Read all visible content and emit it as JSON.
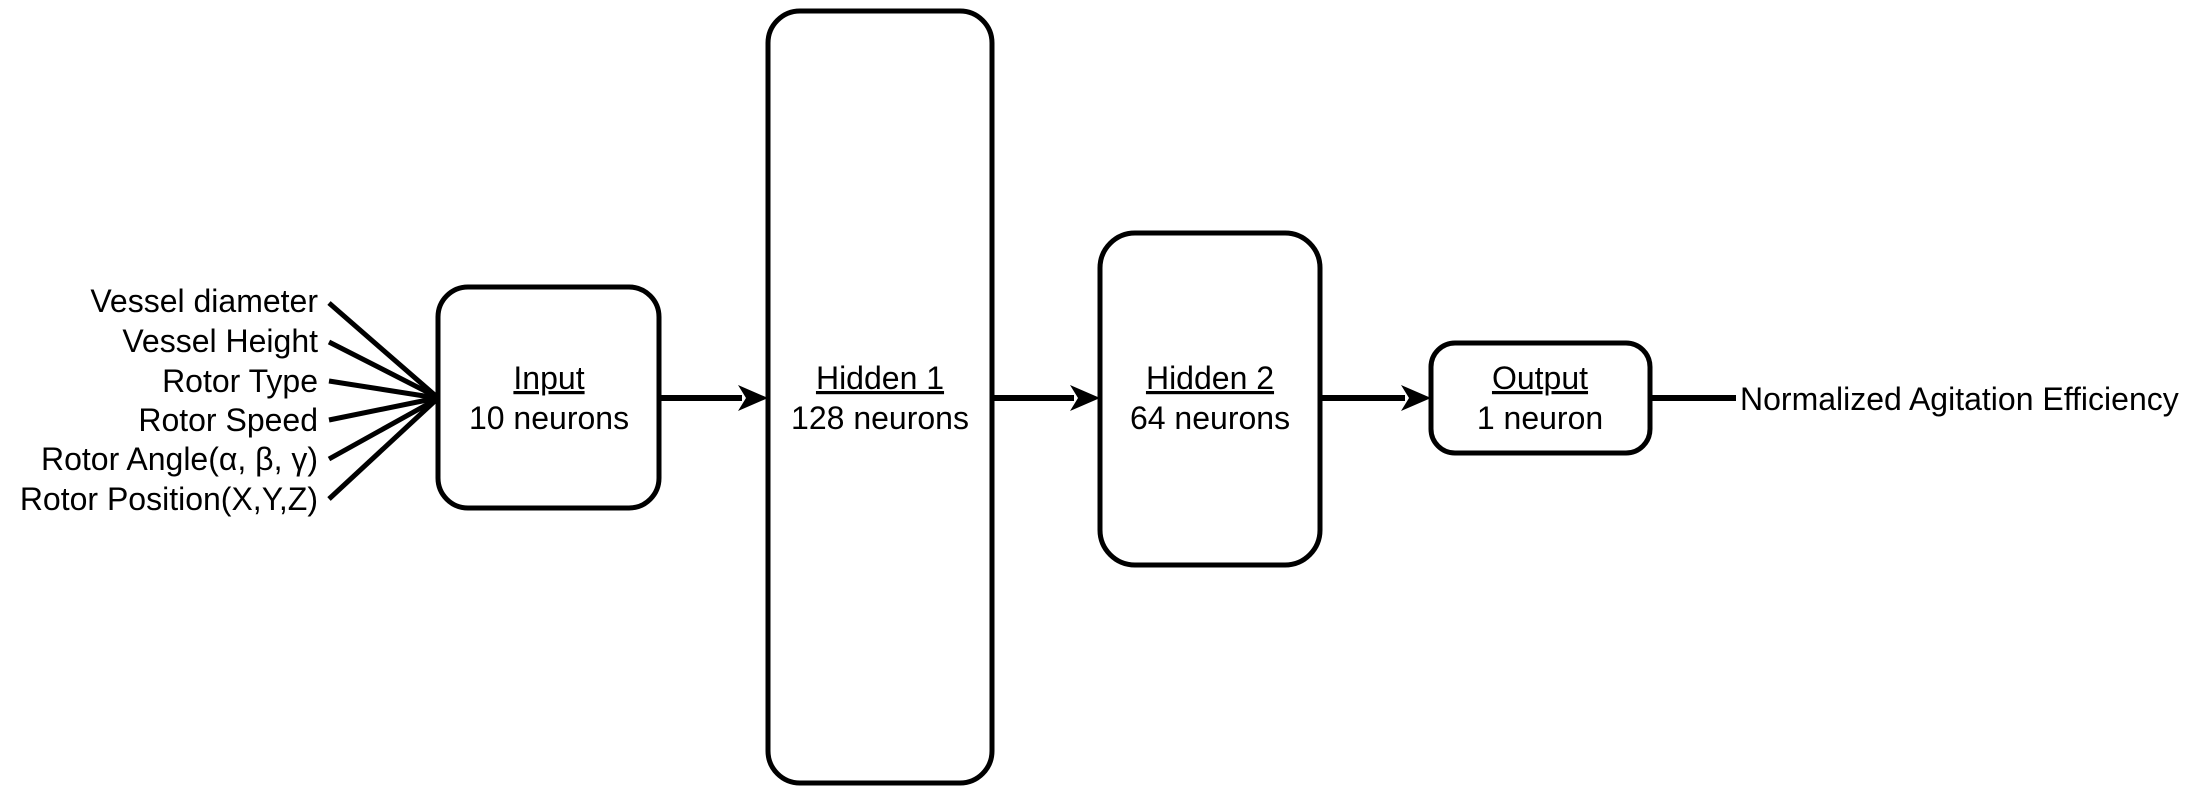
{
  "diagram": {
    "kind": "neural-network-architecture",
    "inputs": [
      {
        "label": "Vessel diameter"
      },
      {
        "label": "Vessel Height"
      },
      {
        "label": "Rotor Type"
      },
      {
        "label": "Rotor Speed"
      },
      {
        "label": "Rotor Angle(α, β, γ)"
      },
      {
        "label": "Rotor Position(X,Y,Z)"
      }
    ],
    "layers": [
      {
        "name": "Input",
        "detail": "10 neurons"
      },
      {
        "name": "Hidden 1",
        "detail": "128 neurons"
      },
      {
        "name": "Hidden 2",
        "detail": "64 neurons"
      },
      {
        "name": "Output",
        "detail": "1 neuron"
      }
    ],
    "output_label": "Normalized Agitation Efficiency",
    "colors": {
      "line": "#000000",
      "text": "#000000",
      "background": "#ffffff"
    }
  }
}
